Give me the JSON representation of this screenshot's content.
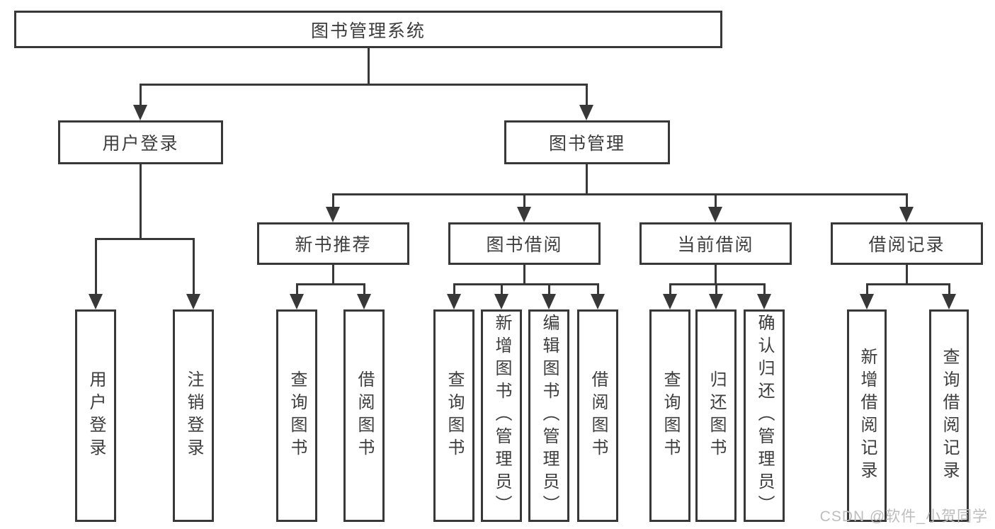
{
  "tree": {
    "root": "图书管理系统",
    "branches": [
      {
        "label": "用户登录",
        "leaves": [
          "用户登录",
          "注销登录"
        ]
      },
      {
        "label": "图书管理",
        "children": [
          {
            "label": "新书推荐",
            "leaves": [
              "查询图书",
              "借阅图书"
            ]
          },
          {
            "label": "图书借阅",
            "leaves": [
              "查询图书",
              "新增图书（管理员）",
              "编辑图书（管理员）",
              "借阅图书"
            ]
          },
          {
            "label": "当前借阅",
            "leaves": [
              "查询图书",
              "归还图书",
              "确认归还（管理员）"
            ]
          },
          {
            "label": "借阅记录",
            "leaves": [
              "新增借阅记录",
              "查询借阅记录"
            ]
          }
        ]
      }
    ]
  },
  "watermark": "CSDN @软件_小贺同学",
  "colors": {
    "line": "#383838",
    "text": "#3d3d3d",
    "watermark": "#bdbdbd"
  }
}
